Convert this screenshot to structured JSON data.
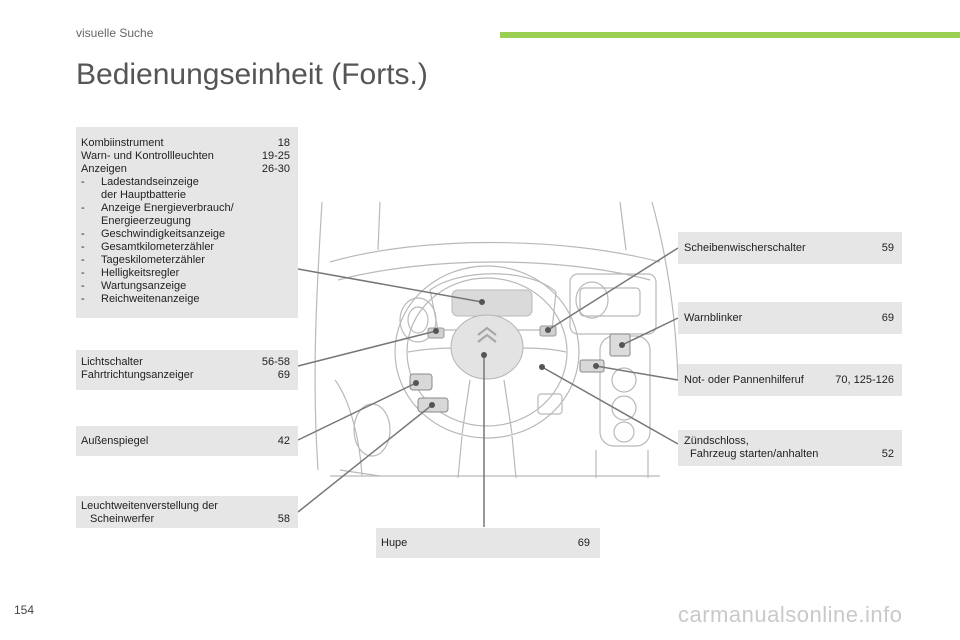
{
  "header": {
    "section": "visuelle Suche",
    "title": "Bedienungseinheit (Forts.)"
  },
  "panel_kombi": {
    "rows": [
      {
        "label": "Kombiinstrument",
        "page": "18"
      },
      {
        "label": "Warn- und Kontrollleuchten",
        "page": "19-25"
      },
      {
        "label": "Anzeigen",
        "page": "26-30"
      }
    ],
    "items": [
      "Ladestandseinzeige",
      "der Hauptbatterie",
      "Anzeige Energieverbrauch/",
      "Energieerzeugung",
      "Geschwindigkeitsanzeige",
      "Gesamtkilometerzähler",
      "Tageskilometerzähler",
      "Helligkeitsregler",
      "Wartungsanzeige",
      "Reichweitenanzeige"
    ]
  },
  "panel_licht": {
    "rows": [
      {
        "label": "Lichtschalter",
        "page": "56-58"
      },
      {
        "label": "Fahrtrichtungsanzeiger",
        "page": "69"
      }
    ]
  },
  "panel_spiegel": {
    "label": "Außenspiegel",
    "page": "42"
  },
  "panel_leucht": {
    "line1": "Leuchtweitenverstellung der",
    "line2": "Scheinwerfer",
    "page": "58"
  },
  "panel_hupe": {
    "label": "Hupe",
    "page": "69"
  },
  "panel_wischer": {
    "label": "Scheibenwischerschalter",
    "page": "59"
  },
  "panel_warn": {
    "label": "Warnblinker",
    "page": "69"
  },
  "panel_not": {
    "label": "Not- oder Pannenhilferuf",
    "page": "70, 125-126"
  },
  "panel_zuend": {
    "line1": "Zündschloss,",
    "line2": "Fahrzeug starten/anhalten",
    "page": "52"
  },
  "footer": {
    "page_number": "154",
    "watermark": "carmanualsonline.info"
  }
}
